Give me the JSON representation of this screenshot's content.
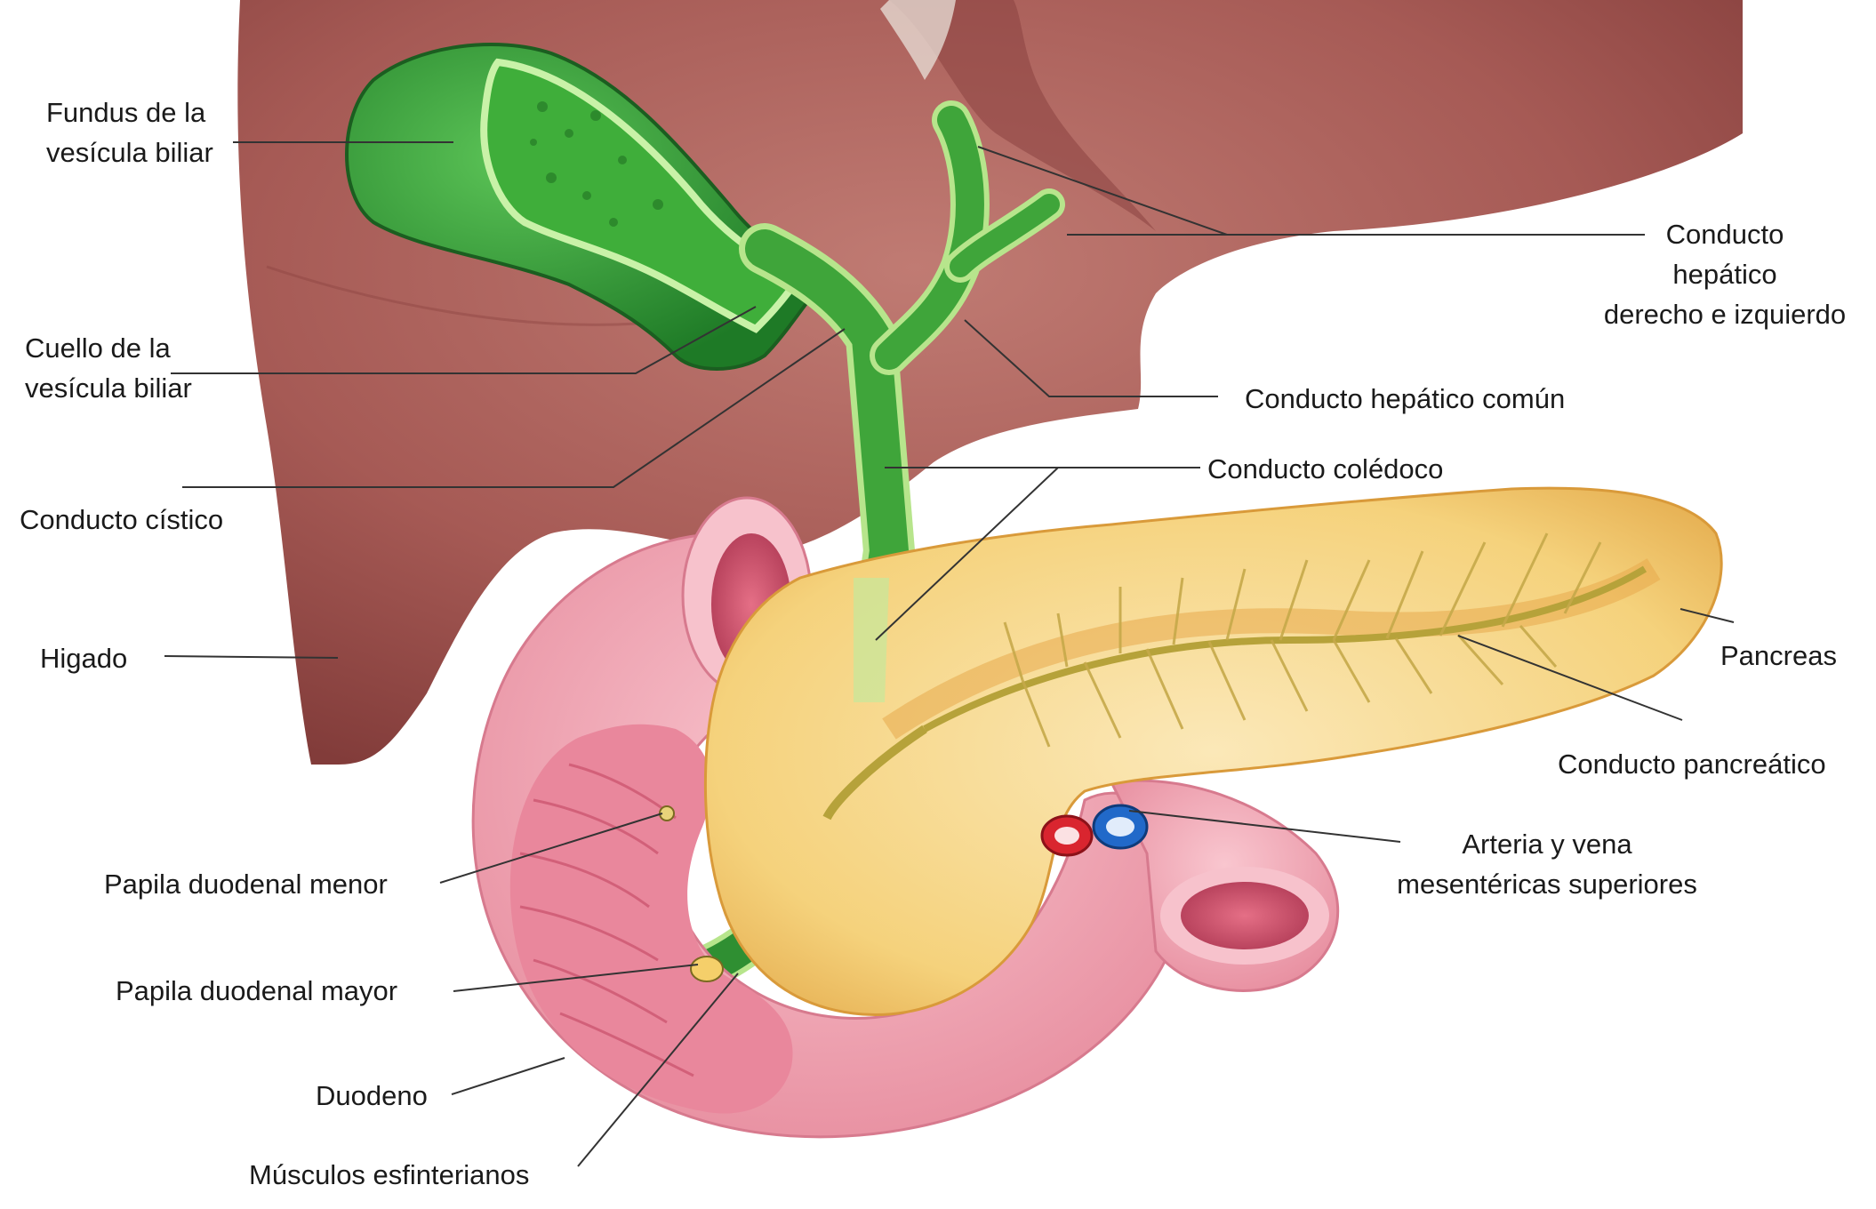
{
  "labels": {
    "fundus": [
      "Fundus de la",
      "vesícula biliar"
    ],
    "cuello": [
      "Cuello de la",
      "vesícula biliar"
    ],
    "cistico": "Conducto cístico",
    "higado": "Higado",
    "papila_menor": "Papila duodenal menor",
    "papila_mayor": "Papila duodenal mayor",
    "duodeno": "Duodeno",
    "musculos": "Músculos esfinterianos",
    "hepatico_der_izq": [
      "Conducto",
      "hepático",
      "derecho e izquierdo"
    ],
    "hepatico_comun": "Conducto hepático común",
    "coledoco": "Conducto colédoco",
    "pancreas": "Pancreas",
    "conducto_pancreatico": "Conducto pancreático",
    "arteria_vena": [
      "Arteria y vena",
      "mesentéricas superiores"
    ]
  },
  "colors": {
    "liver": "#a65a55",
    "liver_dark": "#8a423f",
    "gallbladder": "#2e9a34",
    "bile_duct": "#6cc53a",
    "pancreas": "#f3c96a",
    "duodenum": "#f2a3b3",
    "artery": "#d9252f",
    "vein": "#2169c9"
  }
}
